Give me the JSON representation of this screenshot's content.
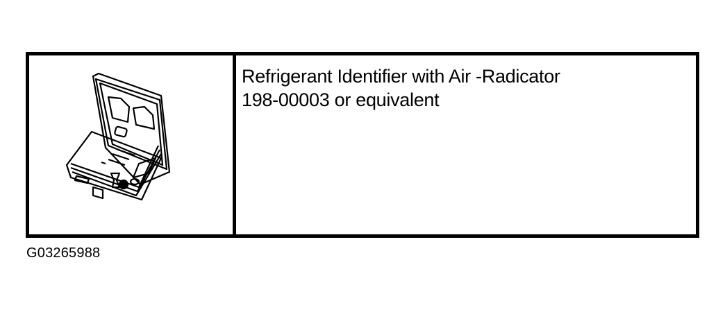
{
  "table": {
    "rows": [
      {
        "image_icon": "refrigerant-identifier-case-illustration",
        "description_line1": "Refrigerant Identifier with Air -Radicator",
        "description_line2": "198-00003 or equivalent"
      }
    ]
  },
  "figure_id": "G03265988",
  "colors": {
    "line": "#000000",
    "background": "#ffffff"
  }
}
